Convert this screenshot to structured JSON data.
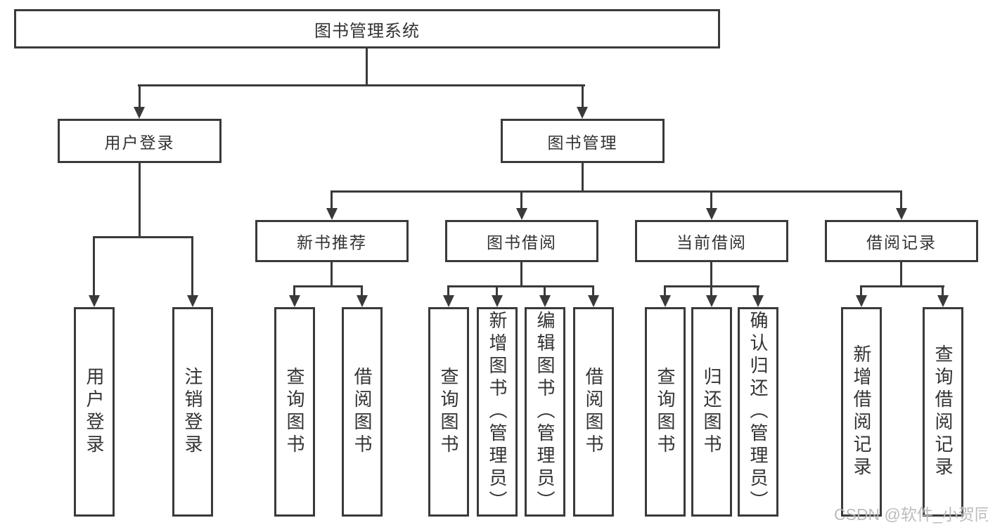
{
  "nodes": {
    "root": {
      "label": "图书管理系统"
    },
    "user_login": {
      "label": "用户登录"
    },
    "book_management": {
      "label": "图书管理"
    },
    "new_book_recommend": {
      "label": "新书推荐"
    },
    "book_borrowing": {
      "label": "图书借阅"
    },
    "current_borrowing": {
      "label": "当前借阅"
    },
    "borrowing_records": {
      "label": "借阅记录"
    }
  },
  "leaves": [
    {
      "label": "用户登录",
      "parent": "用户登录"
    },
    {
      "label": "注销登录",
      "parent": "用户登录"
    },
    {
      "label": "查询图书",
      "parent": "新书推荐"
    },
    {
      "label": "借阅图书",
      "parent": "新书推荐"
    },
    {
      "label": "查询图书",
      "parent": "图书借阅"
    },
    {
      "label": "新增图书（管理员）",
      "parent": "图书借阅"
    },
    {
      "label": "编辑图书（管理员）",
      "parent": "图书借阅"
    },
    {
      "label": "借阅图书",
      "parent": "图书借阅"
    },
    {
      "label": "查询图书",
      "parent": "当前借阅"
    },
    {
      "label": "归还图书",
      "parent": "当前借阅"
    },
    {
      "label": "确认归还（管理员）",
      "parent": "当前借阅"
    },
    {
      "label": "新增借阅记录",
      "parent": "借阅记录"
    },
    {
      "label": "查询借阅记录",
      "parent": "借阅记录"
    }
  ],
  "watermark": {
    "text": "CSDN @软件_小贺同学"
  },
  "colors": {
    "line": "#3a3a3a",
    "text": "#333333",
    "background": "#ffffff",
    "watermark": "#b9b9b9"
  }
}
